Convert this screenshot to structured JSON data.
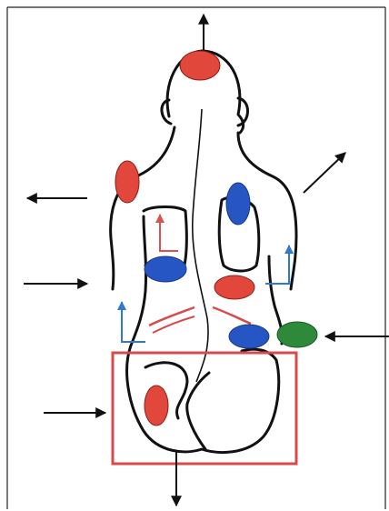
{
  "colors": {
    "red_marker": "#e2473c",
    "blue_marker": "#2556c4",
    "green_marker": "#2e8a3a",
    "frame": "#d94a4a",
    "blue_arrow": "#2f7ad0",
    "red_arrow": "#d9534f",
    "outline": "#111111",
    "page_border": "#222222"
  },
  "markers": [
    {
      "id": "head",
      "color": "red"
    },
    {
      "id": "left-shoulder",
      "color": "red"
    },
    {
      "id": "right-scapula",
      "color": "blue"
    },
    {
      "id": "left-lower-back",
      "color": "blue"
    },
    {
      "id": "right-lower-back",
      "color": "red"
    },
    {
      "id": "right-hip",
      "color": "blue"
    },
    {
      "id": "right-flank",
      "color": "green"
    },
    {
      "id": "left-buttock",
      "color": "red"
    }
  ],
  "arrows": [
    {
      "id": "up-from-head",
      "direction": "up"
    },
    {
      "id": "left-upper",
      "direction": "left"
    },
    {
      "id": "upper-right-diagonal",
      "direction": "up-right"
    },
    {
      "id": "left-mid",
      "direction": "right"
    },
    {
      "id": "right-flank",
      "direction": "left"
    },
    {
      "id": "left-lower",
      "direction": "right"
    },
    {
      "id": "down-from-buttocks",
      "direction": "down"
    }
  ],
  "small_arrows": [
    {
      "id": "red-up-left-scapula",
      "color": "red"
    },
    {
      "id": "blue-up-right-waist",
      "color": "blue"
    },
    {
      "id": "blue-up-left-waist",
      "color": "blue"
    }
  ]
}
